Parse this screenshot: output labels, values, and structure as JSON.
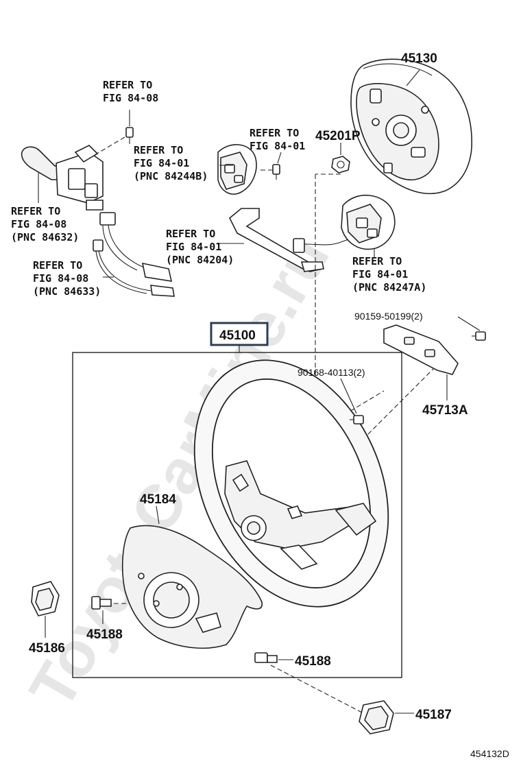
{
  "watermark": "ToyotaCarMine.ru",
  "diagram_code": "454132D",
  "assembly_label": "45100",
  "callouts": {
    "c45130": "45130",
    "c45201p": "45201P",
    "c45184": "45184",
    "c45186": "45186",
    "c45188a": "45188",
    "c45188b": "45188",
    "c45187": "45187",
    "c45713a": "45713A",
    "c90159": "90159-50199(2)",
    "c90168": "90168-40113(2)"
  },
  "refs": {
    "r1": {
      "l1": "REFER TO",
      "l2": "FIG 84-08"
    },
    "r2": {
      "l1": "REFER TO",
      "l2": "FIG 84-01",
      "l3": "(PNC 84244B)"
    },
    "r3": {
      "l1": "REFER TO",
      "l2": "FIG 84-01"
    },
    "r4": {
      "l1": "REFER TO",
      "l2": "FIG 84-08",
      "l3": "(PNC 84632)"
    },
    "r5": {
      "l1": "REFER TO",
      "l2": "FIG 84-01",
      "l3": "(PNC 84204)"
    },
    "r6": {
      "l1": "REFER TO",
      "l2": "FIG 84-01",
      "l3": "(PNC 84247A)"
    },
    "r7": {
      "l1": "REFER TO",
      "l2": "FIG 84-08",
      "l3": "(PNC 84633)"
    }
  }
}
